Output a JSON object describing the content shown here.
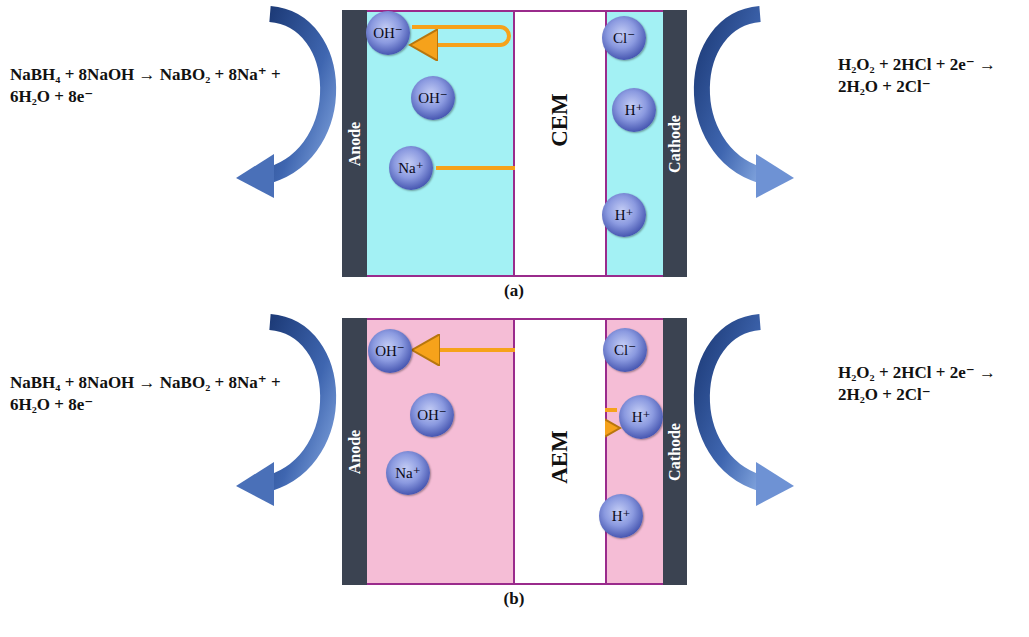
{
  "diagram": {
    "nodes": [
      {
        "text": [
          "Anode"
        ]
      },
      {
        "text": [
          "OH⁻"
        ]
      },
      {
        "text": [
          "OH⁻"
        ]
      },
      {
        "text": [
          "Na⁺"
        ]
      },
      {
        "text": [
          "CEM"
        ]
      },
      {
        "text": [
          "Cl⁻"
        ]
      },
      {
        "text": [
          "H⁺"
        ]
      },
      {
        "text": [
          "H⁺"
        ]
      },
      {
        "text": [
          "Cathode"
        ]
      },
      {
        "text": [
          "Anode"
        ]
      },
      {
        "text": [
          "OH⁻"
        ]
      },
      {
        "text": [
          "OH⁻"
        ]
      },
      {
        "text": [
          "Na⁺"
        ]
      },
      {
        "text": [
          "AEM"
        ]
      },
      {
        "text": [
          "Cl⁻"
        ]
      },
      {
        "text": [
          "H⁺"
        ]
      },
      {
        "text": [
          "H⁺"
        ]
      },
      {
        "text": [
          "Cathode"
        ]
      }
    ],
    "labels": [
      "NaBH₄ + 8NaOH → NaBO₂ + 8Na⁺ + 6H₂O + 8e⁻",
      "H₂O₂ + 2HCl + 2e⁻ → 2H₂O + 2Cl⁻",
      "(a)",
      "NaBH₄ + 8NaOH → NaBO₂ + 8Na⁺ + 6H₂O + 8e⁻",
      "H₂O₂ + 2HCl + 2e⁻ → 2H₂O + 2Cl⁻",
      "(b)"
    ]
  }
}
